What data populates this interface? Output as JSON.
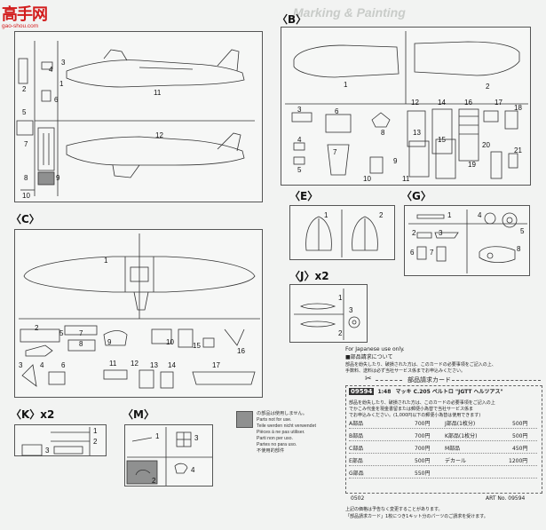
{
  "logo": {
    "text": "高手网",
    "url": "gao-shou.com"
  },
  "background_title": "Marking & Painting",
  "panels": {
    "B": "〈B〉",
    "C": "〈C〉",
    "E": "〈E〉",
    "G": "〈G〉",
    "J": "〈J〉x2",
    "K": "〈K〉x2",
    "M": "〈M〉"
  },
  "sprue_a_numbers": [
    "1",
    "2",
    "3",
    "4",
    "5",
    "6",
    "7",
    "8",
    "9",
    "10",
    "11",
    "12"
  ],
  "sprue_b_numbers": [
    "1",
    "2",
    "3",
    "4",
    "5",
    "6",
    "7",
    "8",
    "9",
    "10",
    "11",
    "12",
    "13",
    "14",
    "15",
    "16",
    "17",
    "18",
    "19",
    "20",
    "21"
  ],
  "sprue_c_numbers": [
    "1",
    "2",
    "3",
    "4",
    "5",
    "6",
    "7",
    "8",
    "9",
    "10",
    "11",
    "12",
    "13",
    "14",
    "15",
    "16",
    "17"
  ],
  "sprue_g_numbers": [
    "1",
    "2",
    "3",
    "4",
    "5",
    "6",
    "7",
    "8"
  ],
  "sprue_j_numbers": [
    "1",
    "2",
    "3"
  ],
  "sprue_k_numbers": [
    "1",
    "2",
    "3"
  ],
  "sprue_m_numbers": [
    "1",
    "2",
    "3",
    "4"
  ],
  "legend": {
    "text": "の部品は使用しません。\nParts not for use.\nTeile werden nicht verwendet\nPièces à ne pas utiliser.\nParti non per uso.\nPartes no para uso.\n不使用的部件"
  },
  "order": {
    "japan_only": "For Japanese use only.",
    "heading_note": "■部品請求について",
    "note1": "部品を紛失したり、破損された方は、このカードの必要事項をご記入の上、",
    "note2": "手数料、送料は必ず当社サービス係までお申込みください。",
    "card_label": "部品請求カード",
    "code": "09594",
    "scale": "1:48",
    "product": "マッキ C.205 ベルトロ \"JGTT ヘルツアス\"",
    "desc1": "部品を紛失したり、破損された方は、このカードの必要事項をご記入の上",
    "desc2": "でかこみ代金を現金書留または郵便小為替で当社サービス係ま",
    "desc3": "でお申込みください。(1,000円以下の郵便小為替は使用できます)",
    "prices": [
      {
        "left": "A部品",
        "lval": "700円",
        "right": "J部品(1枚分)",
        "rval": "500円"
      },
      {
        "left": "B部品",
        "lval": "700円",
        "right": "K部品(1枚分)",
        "rval": "500円"
      },
      {
        "left": "C部品",
        "lval": "700円",
        "right": "M部品",
        "rval": "450円"
      },
      {
        "left": "E部品",
        "lval": "500円",
        "right": "デカール",
        "rval": "1200円"
      },
      {
        "left": "G部品",
        "lval": "550円",
        "right": "",
        "rval": ""
      }
    ],
    "lot": "0502",
    "art_no": "ART No. 09594",
    "footer1": "上記の価格は予告なく変更することがあります。",
    "footer2": "「部品請求カード」1枚につき1キット分のパーツのご請求を受けます。"
  },
  "colors": {
    "logo": "#d21c1c",
    "gray_part": "#8f9090",
    "line": "#333333"
  }
}
